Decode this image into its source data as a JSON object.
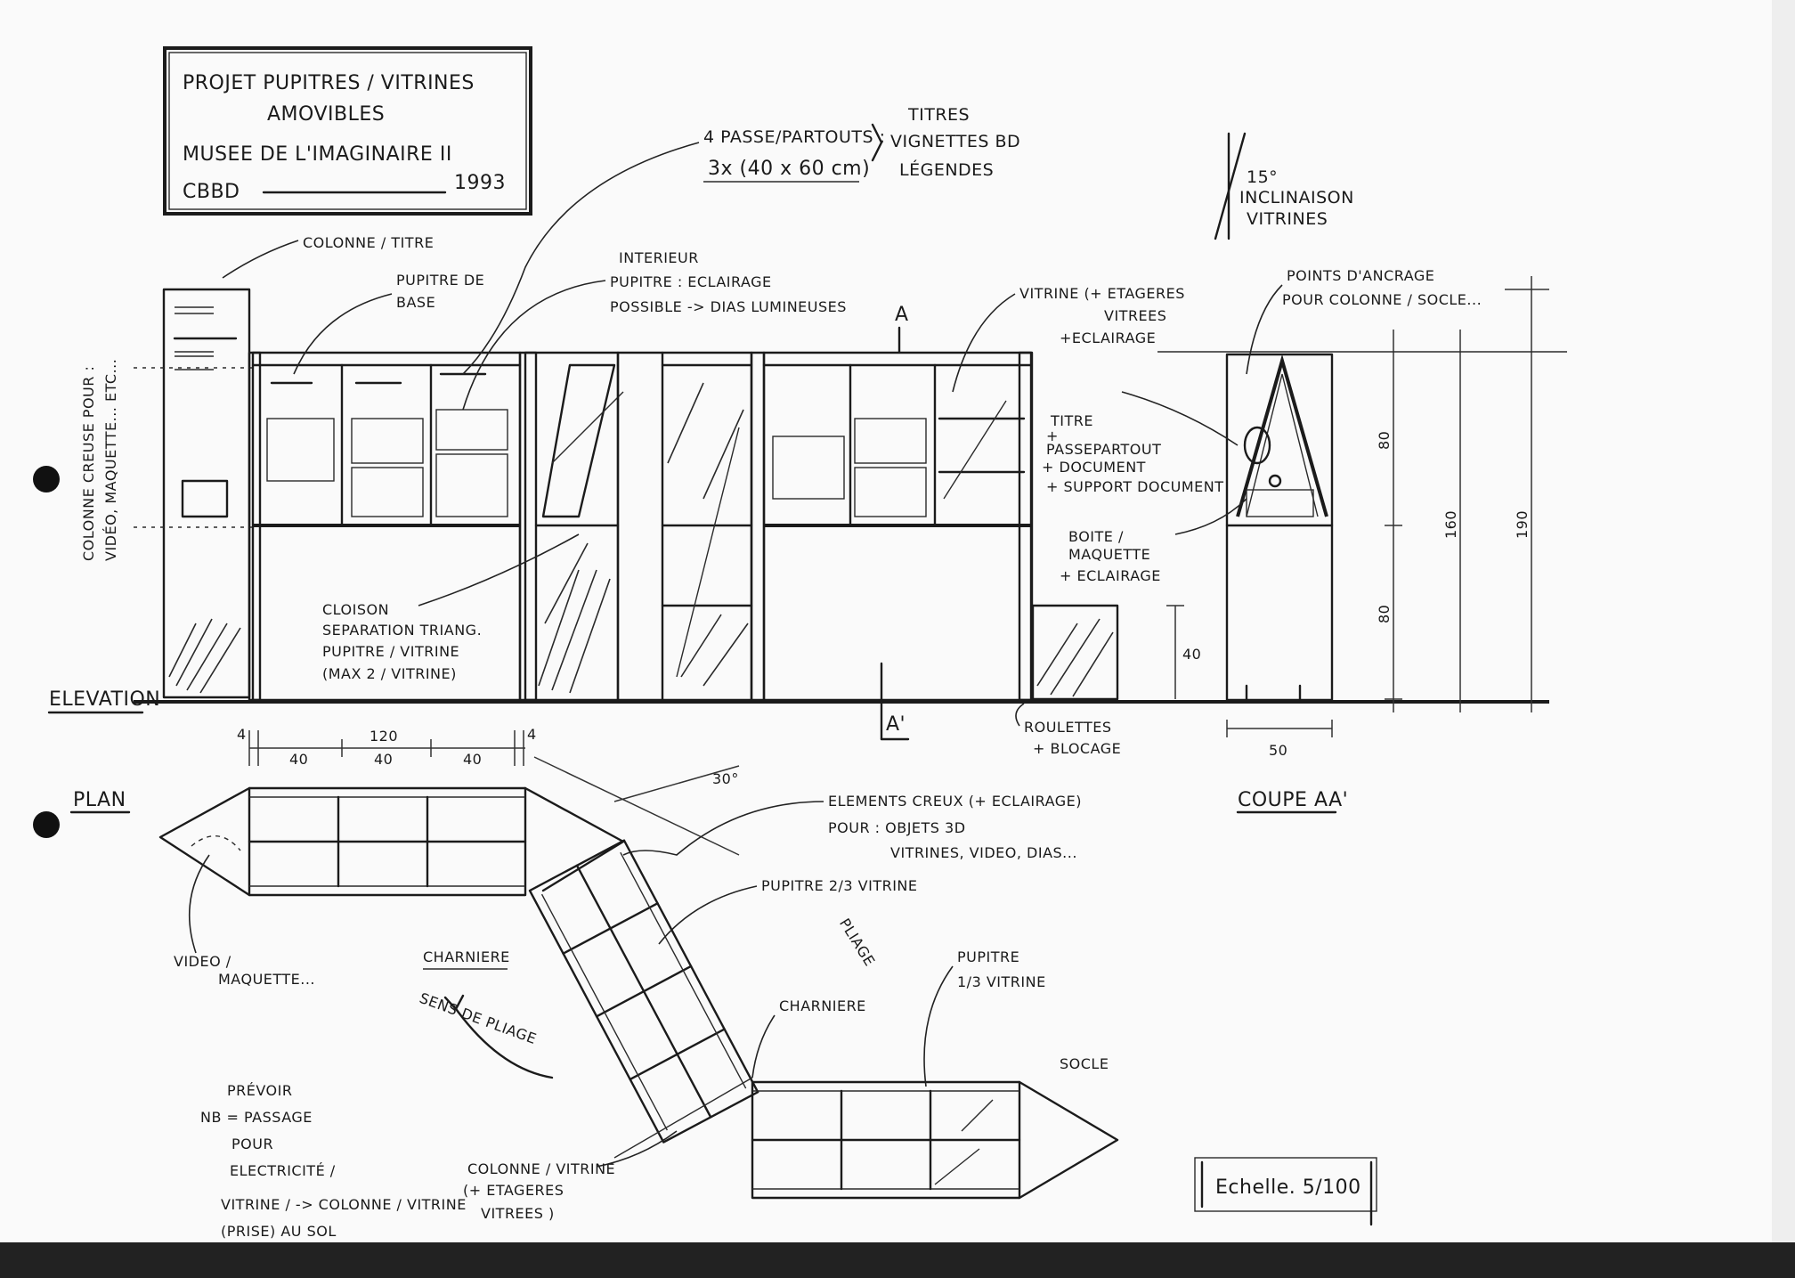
{
  "title_block": {
    "line1": "PROJET PUPITRES / VITRINES",
    "line2": "AMOVIBLES",
    "line3": "MUSEE DE L'IMAGINAIRE II",
    "line4_left": "CBBD",
    "line4_right": "1993"
  },
  "notes": {
    "passe": "4 PASSE/PARTOUTS :",
    "passe_dims": "3x (40 x 60 cm)",
    "list": [
      "TITRES",
      "VIGNETTES BD",
      "LÉGENDES"
    ],
    "inclinaison_angle": "15°",
    "inclinaison": "INCLINAISON",
    "vitrines": "VITRINES"
  },
  "labels": {
    "colonne_titre": "COLONNE / TITRE",
    "pupitre_base": [
      "PUPITRE DE",
      "BASE"
    ],
    "interieur": [
      "INTERIEUR",
      "PUPITRE : ECLAIRAGE",
      "POSSIBLE -> DIAS LUMINEUSES"
    ],
    "vitrine_etageres": [
      "VITRINE (+ ETAGERES",
      "VITREES",
      "+ECLAIRAGE"
    ],
    "points_ancrage": [
      "POINTS D'ANCRAGE",
      "POUR COLONNE / SOCLE..."
    ],
    "colonne_creuse": [
      "COLONNE CREUSE POUR :",
      "VIDÉO, MAQUETTE... ETC..."
    ],
    "titre_doc": [
      "TITRE",
      "+",
      "PASSEPARTOUT",
      "+ DOCUMENT",
      "+ SUPPORT DOCUMENT"
    ],
    "boite": [
      "BOITE /",
      "MAQUETTE",
      "+ ECLAIRAGE"
    ],
    "cloison": [
      "CLOISON",
      "SEPARATION TRIANG.",
      "PUPITRE / VITRINE",
      "(MAX 2 / VITRINE)"
    ],
    "elevation": "ELEVATION",
    "section_a_top": "A",
    "section_a_bottom": "A'",
    "roulettes": [
      "ROULETTES",
      "+ BLOCAGE"
    ],
    "coupe": "COUPE AA'",
    "plan": "PLAN",
    "elements_creux": [
      "ELEMENTS CREUX (+ ECLAIRAGE)",
      "POUR : OBJETS 3D",
      "VITRINES, VIDEO, DIAS..."
    ],
    "pupitre_23": "PUPITRE 2/3 VITRINE",
    "pupitre_13": [
      "PUPITRE",
      "1/3 VITRINE"
    ],
    "pliage": "PLIAGE",
    "video_maquette": [
      "VIDEO /",
      "MAQUETTE..."
    ],
    "charniere_1": "CHARNIERE",
    "charniere_2": "CHARNIERE",
    "sens_pliage": "SENS DE PLIAGE",
    "socle": "SOCLE",
    "prevoir": [
      "PRÉVOIR",
      "NB = PASSAGE",
      "POUR",
      "ELECTRICITÉ /",
      "VITRINE / -> COLONNE / VITRINE",
      "(PRISE) AU SOL"
    ],
    "colonne_vitrine": [
      "COLONNE / VITRINE",
      "(+ ETAGERES",
      "VITREES )"
    ],
    "echelle": "Echelle. 5/100"
  },
  "dimensions": {
    "plan_4a": "4",
    "plan_120": "120",
    "plan_40a": "40",
    "plan_40b": "40",
    "plan_40c": "40",
    "plan_4b": "4",
    "angle_30": "30°",
    "h_80a": "80",
    "h_80b": "80",
    "h_160": "160",
    "h_190": "190",
    "h_40": "40",
    "w_50": "50"
  }
}
